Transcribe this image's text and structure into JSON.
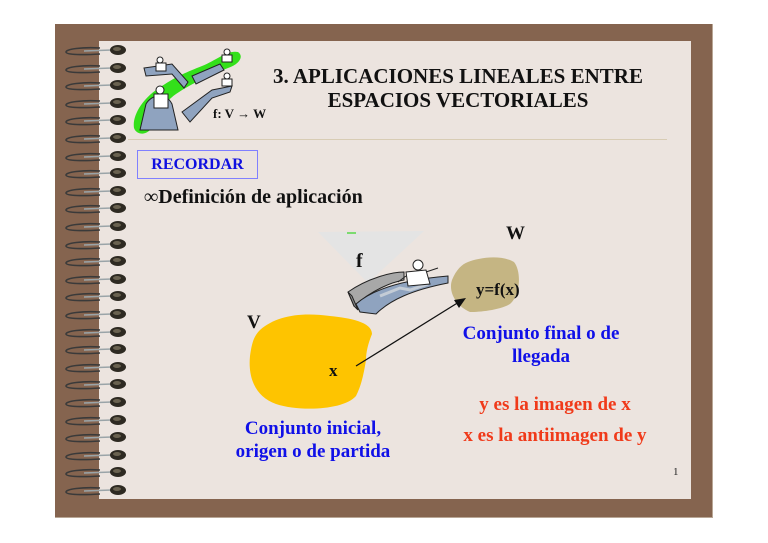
{
  "slide": {
    "title_line1": "3. APLICACIONES LINEALES ENTRE",
    "title_line2": "ESPACIOS VECTORIALES",
    "header_clipart_caption": "f: V → W",
    "recordar_label": "RECORDAR",
    "bullet_symbol": "∞",
    "bullet_text": "Definición de aplicación",
    "page_number": "1"
  },
  "diagram": {
    "function_label": "f",
    "domain_set_label": "V",
    "codomain_set_label": "W",
    "element_x": "x",
    "element_y": "y=f(x)",
    "domain_caption_line1": "Conjunto inicial,",
    "domain_caption_line2": "origen o de partida",
    "codomain_caption_line1": "Conjunto final o de",
    "codomain_caption_line2": "llegada",
    "statement1": "y es la imagen de x",
    "statement2": "x es la antiimagen de y"
  },
  "colors": {
    "frame": "#85644f",
    "page": "#ece4df",
    "domain_blob": "#fec400",
    "codomain_blob": "#c5b583",
    "blue_text": "#1010e8",
    "red_text": "#f03a1a",
    "clipart_green": "#33e01a"
  }
}
